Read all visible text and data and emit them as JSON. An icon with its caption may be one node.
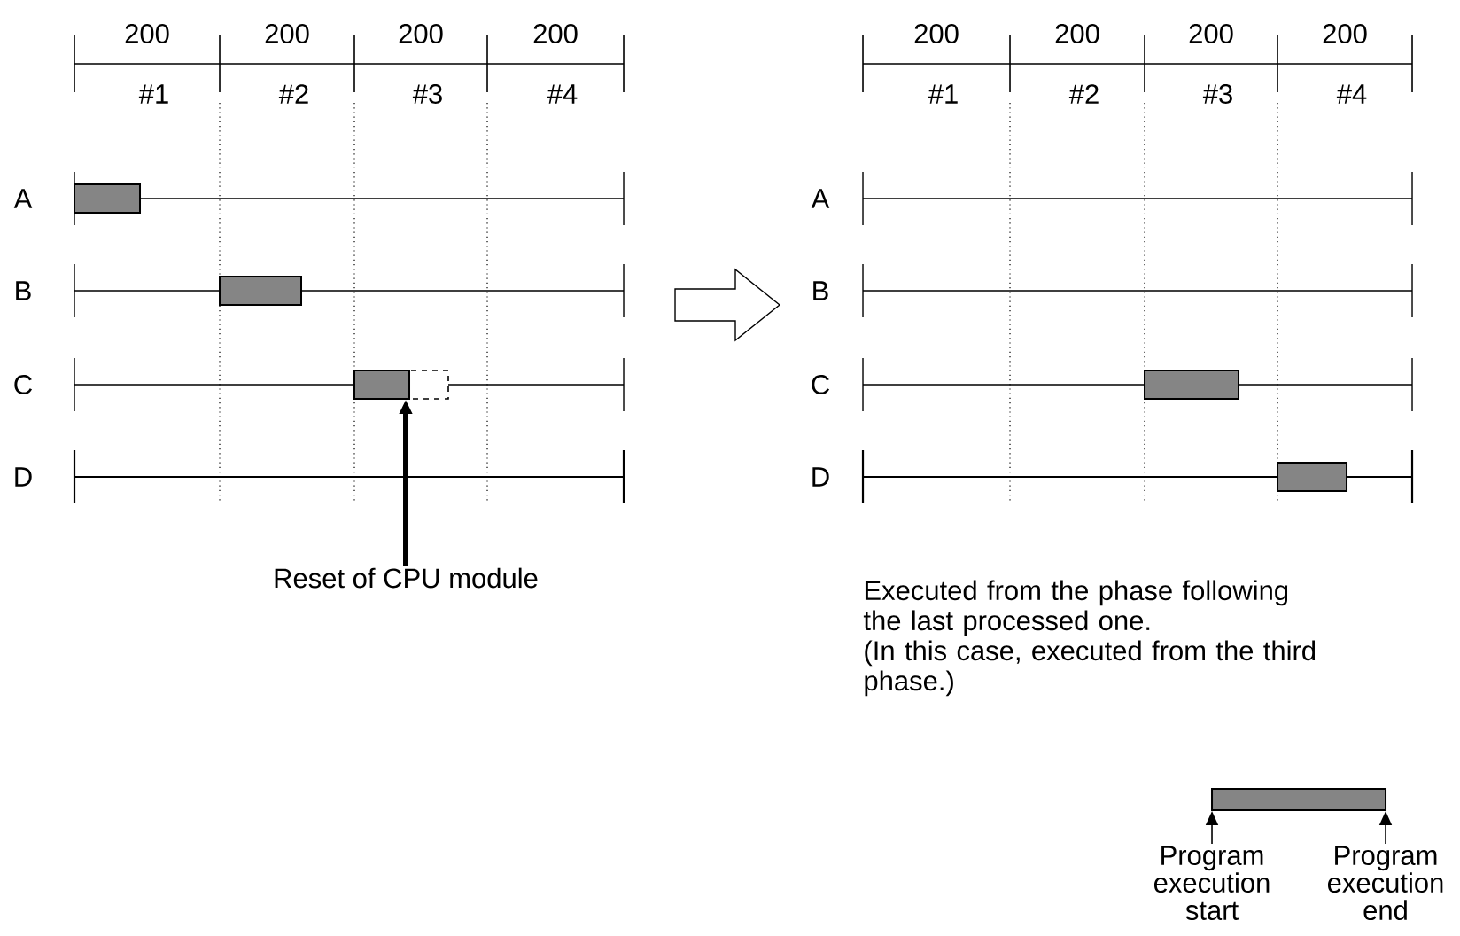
{
  "diagram": {
    "nodes": [
      {
        "text": [],
        "shape": "bar"
      },
      {
        "text": [
          "Reset of CPU module"
        ]
      },
      {
        "text": [],
        "shape": "bar"
      },
      {
        "text": [
          "Program execution start"
        ]
      },
      {
        "text": [
          "Program execution end"
        ]
      }
    ],
    "edges": [
      {
        "from": 1,
        "to": 0,
        "arrow": "to",
        "style": "thick"
      },
      {
        "from": 3,
        "to": 2,
        "arrow": "to"
      },
      {
        "from": 4,
        "to": 2,
        "arrow": "to"
      }
    ],
    "labels": [
      "200",
      "200",
      "200",
      "200",
      "#1",
      "#2",
      "#3",
      "#4",
      "A",
      "B",
      "C",
      "D",
      "200",
      "200",
      "200",
      "200",
      "#1",
      "#2",
      "#3",
      "#4",
      "A",
      "B",
      "C",
      "D",
      "Executed from the phase following the last processed one.",
      "(In this case, executed from the third phase.)"
    ]
  }
}
